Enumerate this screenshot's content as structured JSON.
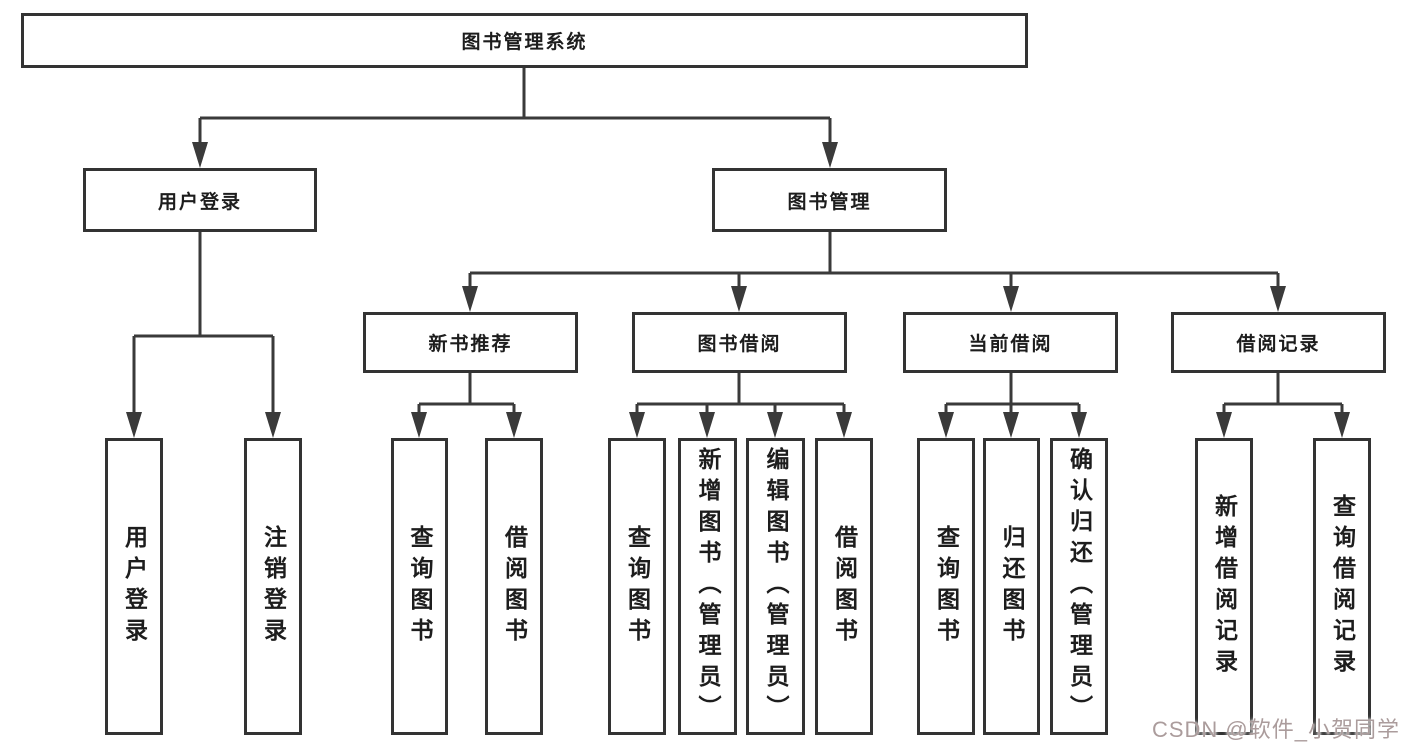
{
  "diagram": {
    "root": {
      "label": "图书管理系统",
      "children": [
        {
          "label": "用户登录",
          "children": [
            {
              "label": "用户登录"
            },
            {
              "label": "注销登录"
            }
          ]
        },
        {
          "label": "图书管理",
          "children": [
            {
              "label": "新书推荐",
              "children": [
                {
                  "label": "查询图书"
                },
                {
                  "label": "借阅图书"
                }
              ]
            },
            {
              "label": "图书借阅",
              "children": [
                {
                  "label": "查询图书"
                },
                {
                  "label": "新增图书（管理员）"
                },
                {
                  "label": "编辑图书（管理员）"
                },
                {
                  "label": "借阅图书"
                }
              ]
            },
            {
              "label": "当前借阅",
              "children": [
                {
                  "label": "查询图书"
                },
                {
                  "label": "归还图书"
                },
                {
                  "label": "确认归还（管理员）"
                }
              ]
            },
            {
              "label": "借阅记录",
              "children": [
                {
                  "label": "新增借阅记录"
                },
                {
                  "label": "查询借阅记录"
                }
              ]
            }
          ]
        }
      ]
    }
  },
  "watermark": {
    "text": "CSDN @软件_小贺同学"
  },
  "colors": {
    "line": "#3a3a3a",
    "box_border": "#333333",
    "text": "#1d1d1d",
    "background": "#ffffff",
    "watermark": "#ab9c9c"
  }
}
